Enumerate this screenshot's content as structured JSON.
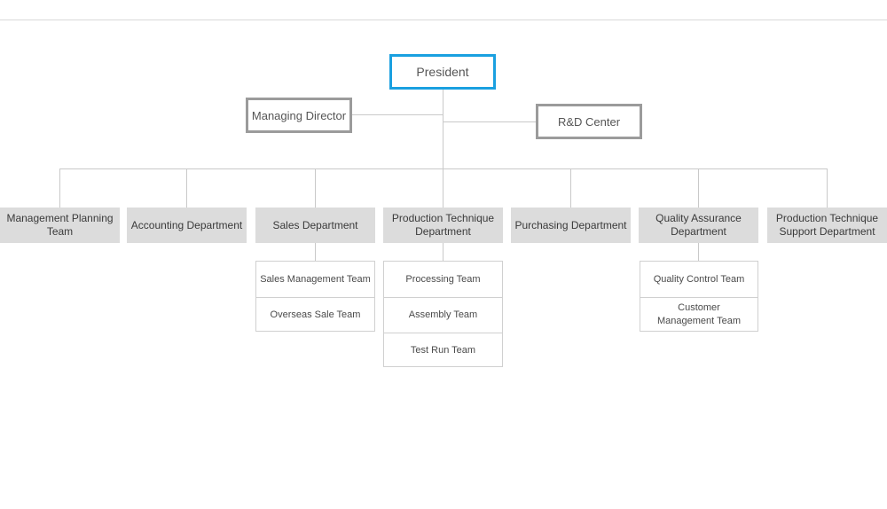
{
  "top": {
    "president": "President"
  },
  "executives": {
    "managing_director": "Managing Director",
    "rd_center": "R&D Center"
  },
  "departments": [
    {
      "label": "Management Planning Team"
    },
    {
      "label": "Accounting Department"
    },
    {
      "label": "Sales Department",
      "teams": [
        "Sales Management Team",
        "Overseas Sale Team"
      ]
    },
    {
      "label": "Production Technique Department",
      "teams": [
        "Processing Team",
        "Assembly Team",
        "Test Run Team"
      ]
    },
    {
      "label": "Purchasing Department"
    },
    {
      "label": "Quality Assurance Department",
      "teams": [
        "Quality Control Team",
        "Customer Management Team"
      ]
    },
    {
      "label": "Production Technique Support Department"
    }
  ],
  "colors": {
    "president_border": "#1aa0e0",
    "executive_border": "#9b9b9b",
    "department_fill": "#dcdcdc",
    "connector": "#c9c9c9"
  }
}
